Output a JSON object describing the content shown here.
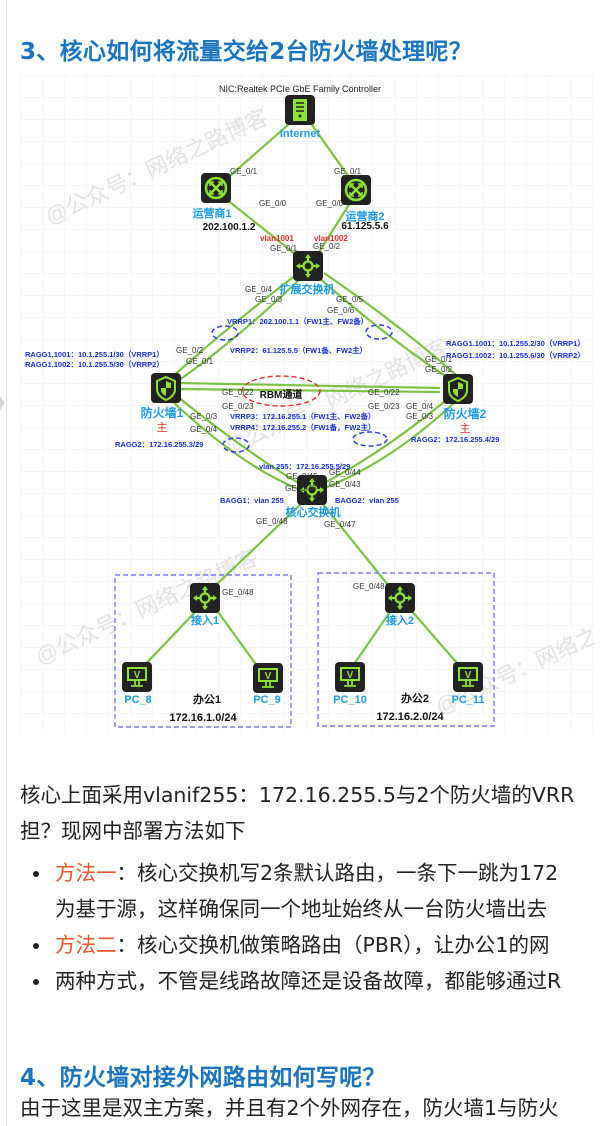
{
  "section3": {
    "heading": "3、核心如何将流量交给2台防火墙处理呢？"
  },
  "diagram": {
    "nic_label": "NIC:Realtek PCIe GbE Family Controller",
    "internet": {
      "label": "Internet"
    },
    "isp1": {
      "label": "运营商1",
      "ip": "202.100.1.2",
      "port_up": "GE_0/1",
      "port_down": "GE_0/0"
    },
    "isp2": {
      "label": "运营商2",
      "ip": "61.125.5.6",
      "port_up": "GE_0/1",
      "port_down": "GE_0/0"
    },
    "vlan1001": "vlan1001",
    "vlan1002": "vlan1002",
    "ext_switch": {
      "label": "扩展交换机",
      "p01": "GE_0/1",
      "p02": "GE_0/2",
      "p03": "GE_0/3",
      "p04": "GE_0/4",
      "p05": "GE_0/5",
      "p06": "GE_0/6"
    },
    "vrrp1": "VRRP1：202.100.1.1（FW1主、FW2备）",
    "vrrp2": "VRRP2：61.125.5.5（FW1备、FW2主）",
    "vrrp3": "VRRP3：172.16.255.1（FW1主、FW2备）",
    "vrrp4": "VRRP4：172.16.255.2（FW1备，FW2主）",
    "fw1": {
      "label": "防火墙1",
      "role": "主",
      "ragg1001": "RAGG1.1001：10.1.255.1/30（VRRP1）",
      "ragg1002": "RAGG1.1002：10.1.255.5/30（VRRP2）",
      "ragg2": "RAGG2：172.16.255.3/29",
      "p01": "GE_0/1",
      "p02": "GE_0/2",
      "p03": "GE_0/3",
      "p04": "GE_0/4",
      "p22": "GE_0/22",
      "p23": "GE_0/23"
    },
    "fw2": {
      "label": "防火墙2",
      "role": "主",
      "ragg1001": "RAGG1.1001：10.1.255.2/30（VRRP1）",
      "ragg1002": "RAGG1.1002：10.1.255.6/30（VRRP2）",
      "ragg2": "RAGG2：172.16.255.4/29",
      "p01": "GE_0/1",
      "p02": "GE_0/2",
      "p03": "GE_0/3",
      "p04": "GE_0/4",
      "p22": "GE_0/22",
      "p23": "GE_0/23"
    },
    "rbm": "RBM通道",
    "core": {
      "label": "核心交换机",
      "vlan255": "vlan 255：172.16.255.5/29",
      "bagg1": "BAGG1：vlan 255",
      "bagg2": "BAGG2：vlan 255",
      "p43": "GE_0/43",
      "p44": "GE_0/44",
      "p45": "GE_0/45",
      "p46": "GE_0/46",
      "p47": "GE_0/47",
      "p48": "GE_0/48"
    },
    "access1": {
      "label": "接入1",
      "port": "GE_0/48"
    },
    "access2": {
      "label": "接入2",
      "port": "GE_0/48"
    },
    "office1": {
      "label": "办公1",
      "subnet": "172.16.1.0/24",
      "pc_a": "PC_8",
      "pc_b": "PC_9"
    },
    "office2": {
      "label": "办公2",
      "subnet": "172.16.2.0/24",
      "pc_a": "PC_10",
      "pc_b": "PC_11"
    },
    "watermark": "@公众号：网络之路博客",
    "colors": {
      "link": "#7cc242",
      "device_bg": "#222222",
      "device_fg": "#8fe132",
      "label_blue": "#1e9be8",
      "annot_blue": "#1a2fd6",
      "vlan_red": "#e42a2a"
    }
  },
  "body": {
    "para1_line1": "核心上面采用vlanif255：172.16.255.5与2个防火墙的VRR",
    "para1_line2": "担？现网中部署方法如下",
    "bullets": [
      {
        "highlight": "方法一",
        "text": "：核心交换机写2条默认路由，一条下一跳为172",
        "cont": "为基于源，这样确保同一个地址始终从一台防火墙出去"
      },
      {
        "highlight": "方法二",
        "text": "：核心交换机做策略路由（PBR），让办公1的网"
      },
      {
        "highlight": "",
        "text": "两种方式，不管是线路故障还是设备故障，都能够通过R"
      }
    ]
  },
  "section4": {
    "heading": "4、防火墙对接外网路由如何写呢？",
    "para_line1": "由于这里是双主方案，并且有2个外网存在，防火墙1与防火"
  }
}
